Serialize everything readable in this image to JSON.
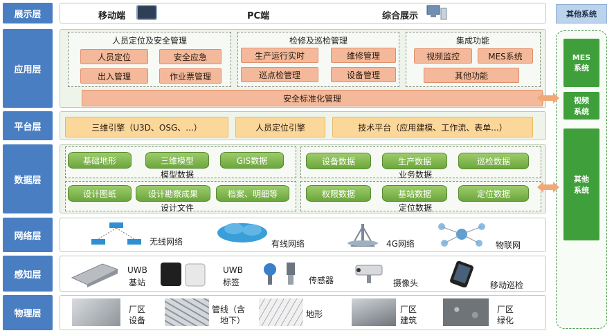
{
  "layers": {
    "presentation": "展示层",
    "application": "应用层",
    "platform": "平台层",
    "data": "数据层",
    "network": "网络层",
    "perception": "感知层",
    "physical": "物理层"
  },
  "presentation": {
    "mobile": "移动端",
    "pc": "PC端",
    "integrated": "综合展示"
  },
  "application": {
    "personnel_title": "人员定位及安全管理",
    "personnel_items": [
      "人员定位",
      "安全应急",
      "出入管理",
      "作业票管理"
    ],
    "maintenance_title": "检修及巡检管理",
    "maintenance_items": [
      "生产运行实时",
      "维修管理",
      "巡点检管理",
      "设备管理"
    ],
    "integration_title": "集成功能",
    "integration_items": [
      "视频监控",
      "MES系统",
      "其他功能"
    ],
    "safety_bar": "安全标准化管理"
  },
  "platform": {
    "engine": "三维引擎（U3D、OSG、...）",
    "positioning": "人员定位引擎",
    "tech": "技术平台（应用建模、工作流、表单...）"
  },
  "data": {
    "model_items": [
      "基础地形",
      "三维模型",
      "GIS数据"
    ],
    "model_title": "模型数据",
    "design_items": [
      "设计图纸",
      "设计勘察成果",
      "档案、明细等"
    ],
    "design_title": "设计文件",
    "business_items": [
      "设备数据",
      "生产数据",
      "巡检数据"
    ],
    "business_title": "业务数据",
    "location_items": [
      "权限数据",
      "基站数据",
      "定位数据"
    ],
    "location_title": "定位数据"
  },
  "network": {
    "wireless": "无线网络",
    "wired": "有线网络",
    "g4": "4G网络",
    "iot": "物联网"
  },
  "perception": {
    "uwb_station_1": "UWB",
    "uwb_station_2": "基站",
    "uwb_tag_1": "UWB",
    "uwb_tag_2": "标签",
    "sensor": "传感器",
    "camera": "摄像头",
    "patrol": "移动巡检"
  },
  "physical": {
    "equip_1": "厂区",
    "equip_2": "设备",
    "pipe_1": "管线（含",
    "pipe_2": "地下）",
    "terrain": "地形",
    "building_1": "厂区",
    "building_2": "建筑",
    "green_1": "厂区",
    "green_2": "绿化"
  },
  "side": {
    "header": "其他系统",
    "mes_1": "MES",
    "mes_2": "系统",
    "video_1": "视频",
    "video_2": "系统",
    "other_1": "其他",
    "other_2": "系统"
  },
  "colors": {
    "layer_blue": "#4a7ec2",
    "side_green": "#3fa03b",
    "orange_box": "#f3b99a",
    "yellow_box": "#fbd79a",
    "data_green": "#7fb84e",
    "arrow_orange": "#f0a878"
  }
}
